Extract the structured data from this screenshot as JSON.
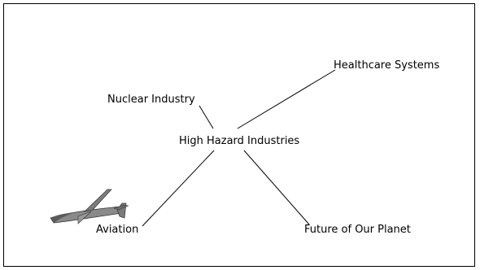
{
  "diagram": {
    "center": {
      "label": "High Hazard Industries"
    },
    "branches": [
      {
        "id": "healthcare",
        "label": "Healthcare Systems"
      },
      {
        "id": "nuclear",
        "label": "Nuclear Industry"
      },
      {
        "id": "aviation",
        "label": "Aviation"
      },
      {
        "id": "future",
        "label": "Future of Our Planet"
      }
    ],
    "icons": [
      {
        "name": "glider-icon",
        "attached_to": "aviation"
      }
    ],
    "colors": {
      "lines": "#000000",
      "text": "#000000",
      "glider_fill": "#8a8a8a",
      "background": "#ffffff"
    }
  }
}
